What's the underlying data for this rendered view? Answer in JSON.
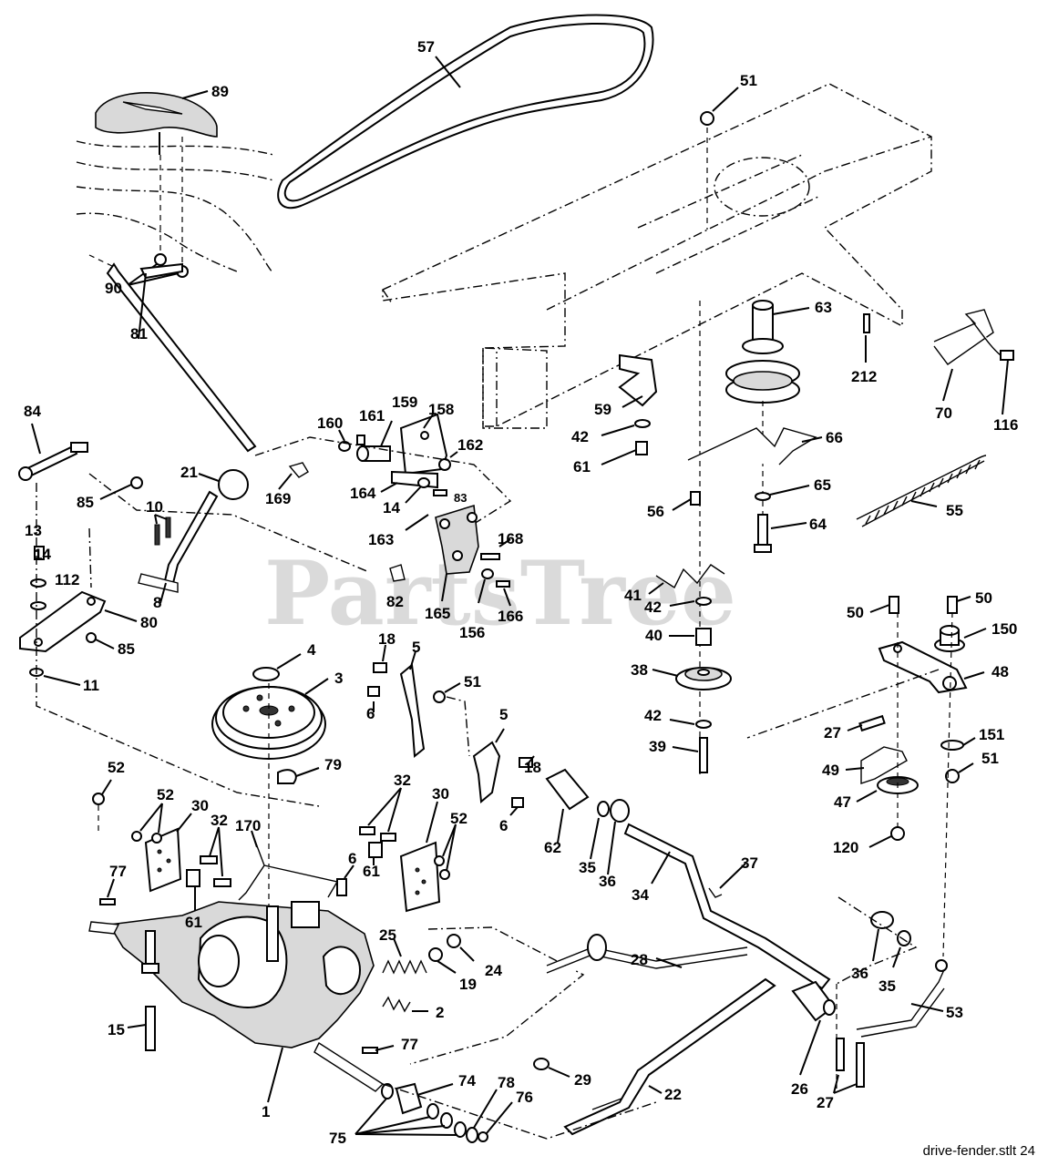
{
  "diagram": {
    "watermark": "PartsTree",
    "footer_label": "drive-fender.stlt 24",
    "callouts": {
      "c57": "57",
      "c89": "89",
      "c51a": "51",
      "c90": "90",
      "c81": "81",
      "c63": "63",
      "c212": "212",
      "c70": "70",
      "c116": "116",
      "c84": "84",
      "c85a": "85",
      "c21": "21",
      "c10": "10",
      "c160": "160",
      "c161": "161",
      "c159": "159",
      "c158": "158",
      "c162": "162",
      "c169": "169",
      "c164": "164",
      "c14a": "14",
      "c83": "83",
      "c163": "163",
      "c59": "59",
      "c42a": "42",
      "c61a": "61",
      "c66": "66",
      "c56": "56",
      "c65": "65",
      "c64": "64",
      "c55": "55",
      "c13": "13",
      "c14b": "14",
      "c112": "112",
      "c80": "80",
      "c85b": "85",
      "c8": "8",
      "c11": "11",
      "c82": "82",
      "c168": "168",
      "c165": "165",
      "c156": "156",
      "c166": "166",
      "c41": "41",
      "c42b": "42",
      "c40": "40",
      "c38": "38",
      "c42c": "42",
      "c39": "39",
      "c50a": "50",
      "c50b": "50",
      "c150": "150",
      "c48": "48",
      "c27a": "27",
      "c151": "151",
      "c51b": "51",
      "c49": "49",
      "c47": "47",
      "c120": "120",
      "c4": "4",
      "c3": "3",
      "c18a": "18",
      "c5a": "5",
      "c51c": "51",
      "c6a": "6",
      "c5b": "5",
      "c18b": "18",
      "c79": "79",
      "c52a": "52",
      "c52b": "52",
      "c30a": "30",
      "c32a": "32",
      "c32b": "32",
      "c30b": "30",
      "c52c": "52",
      "c6b": "6",
      "c62": "62",
      "c35a": "35",
      "c36a": "36",
      "c34": "34",
      "c37": "37",
      "c77a": "77",
      "c61b": "61",
      "c170": "170",
      "c61c": "61",
      "c6c": "6",
      "c25": "25",
      "c24": "24",
      "c19": "19",
      "c28": "28",
      "c36b": "36",
      "c35b": "35",
      "c15": "15",
      "c2": "2",
      "c77b": "77",
      "c29": "29",
      "c53": "53",
      "c74": "74",
      "c22": "22",
      "c26": "26",
      "c27b": "27",
      "c78": "78",
      "c76": "76",
      "c1": "1",
      "c75": "75"
    }
  }
}
